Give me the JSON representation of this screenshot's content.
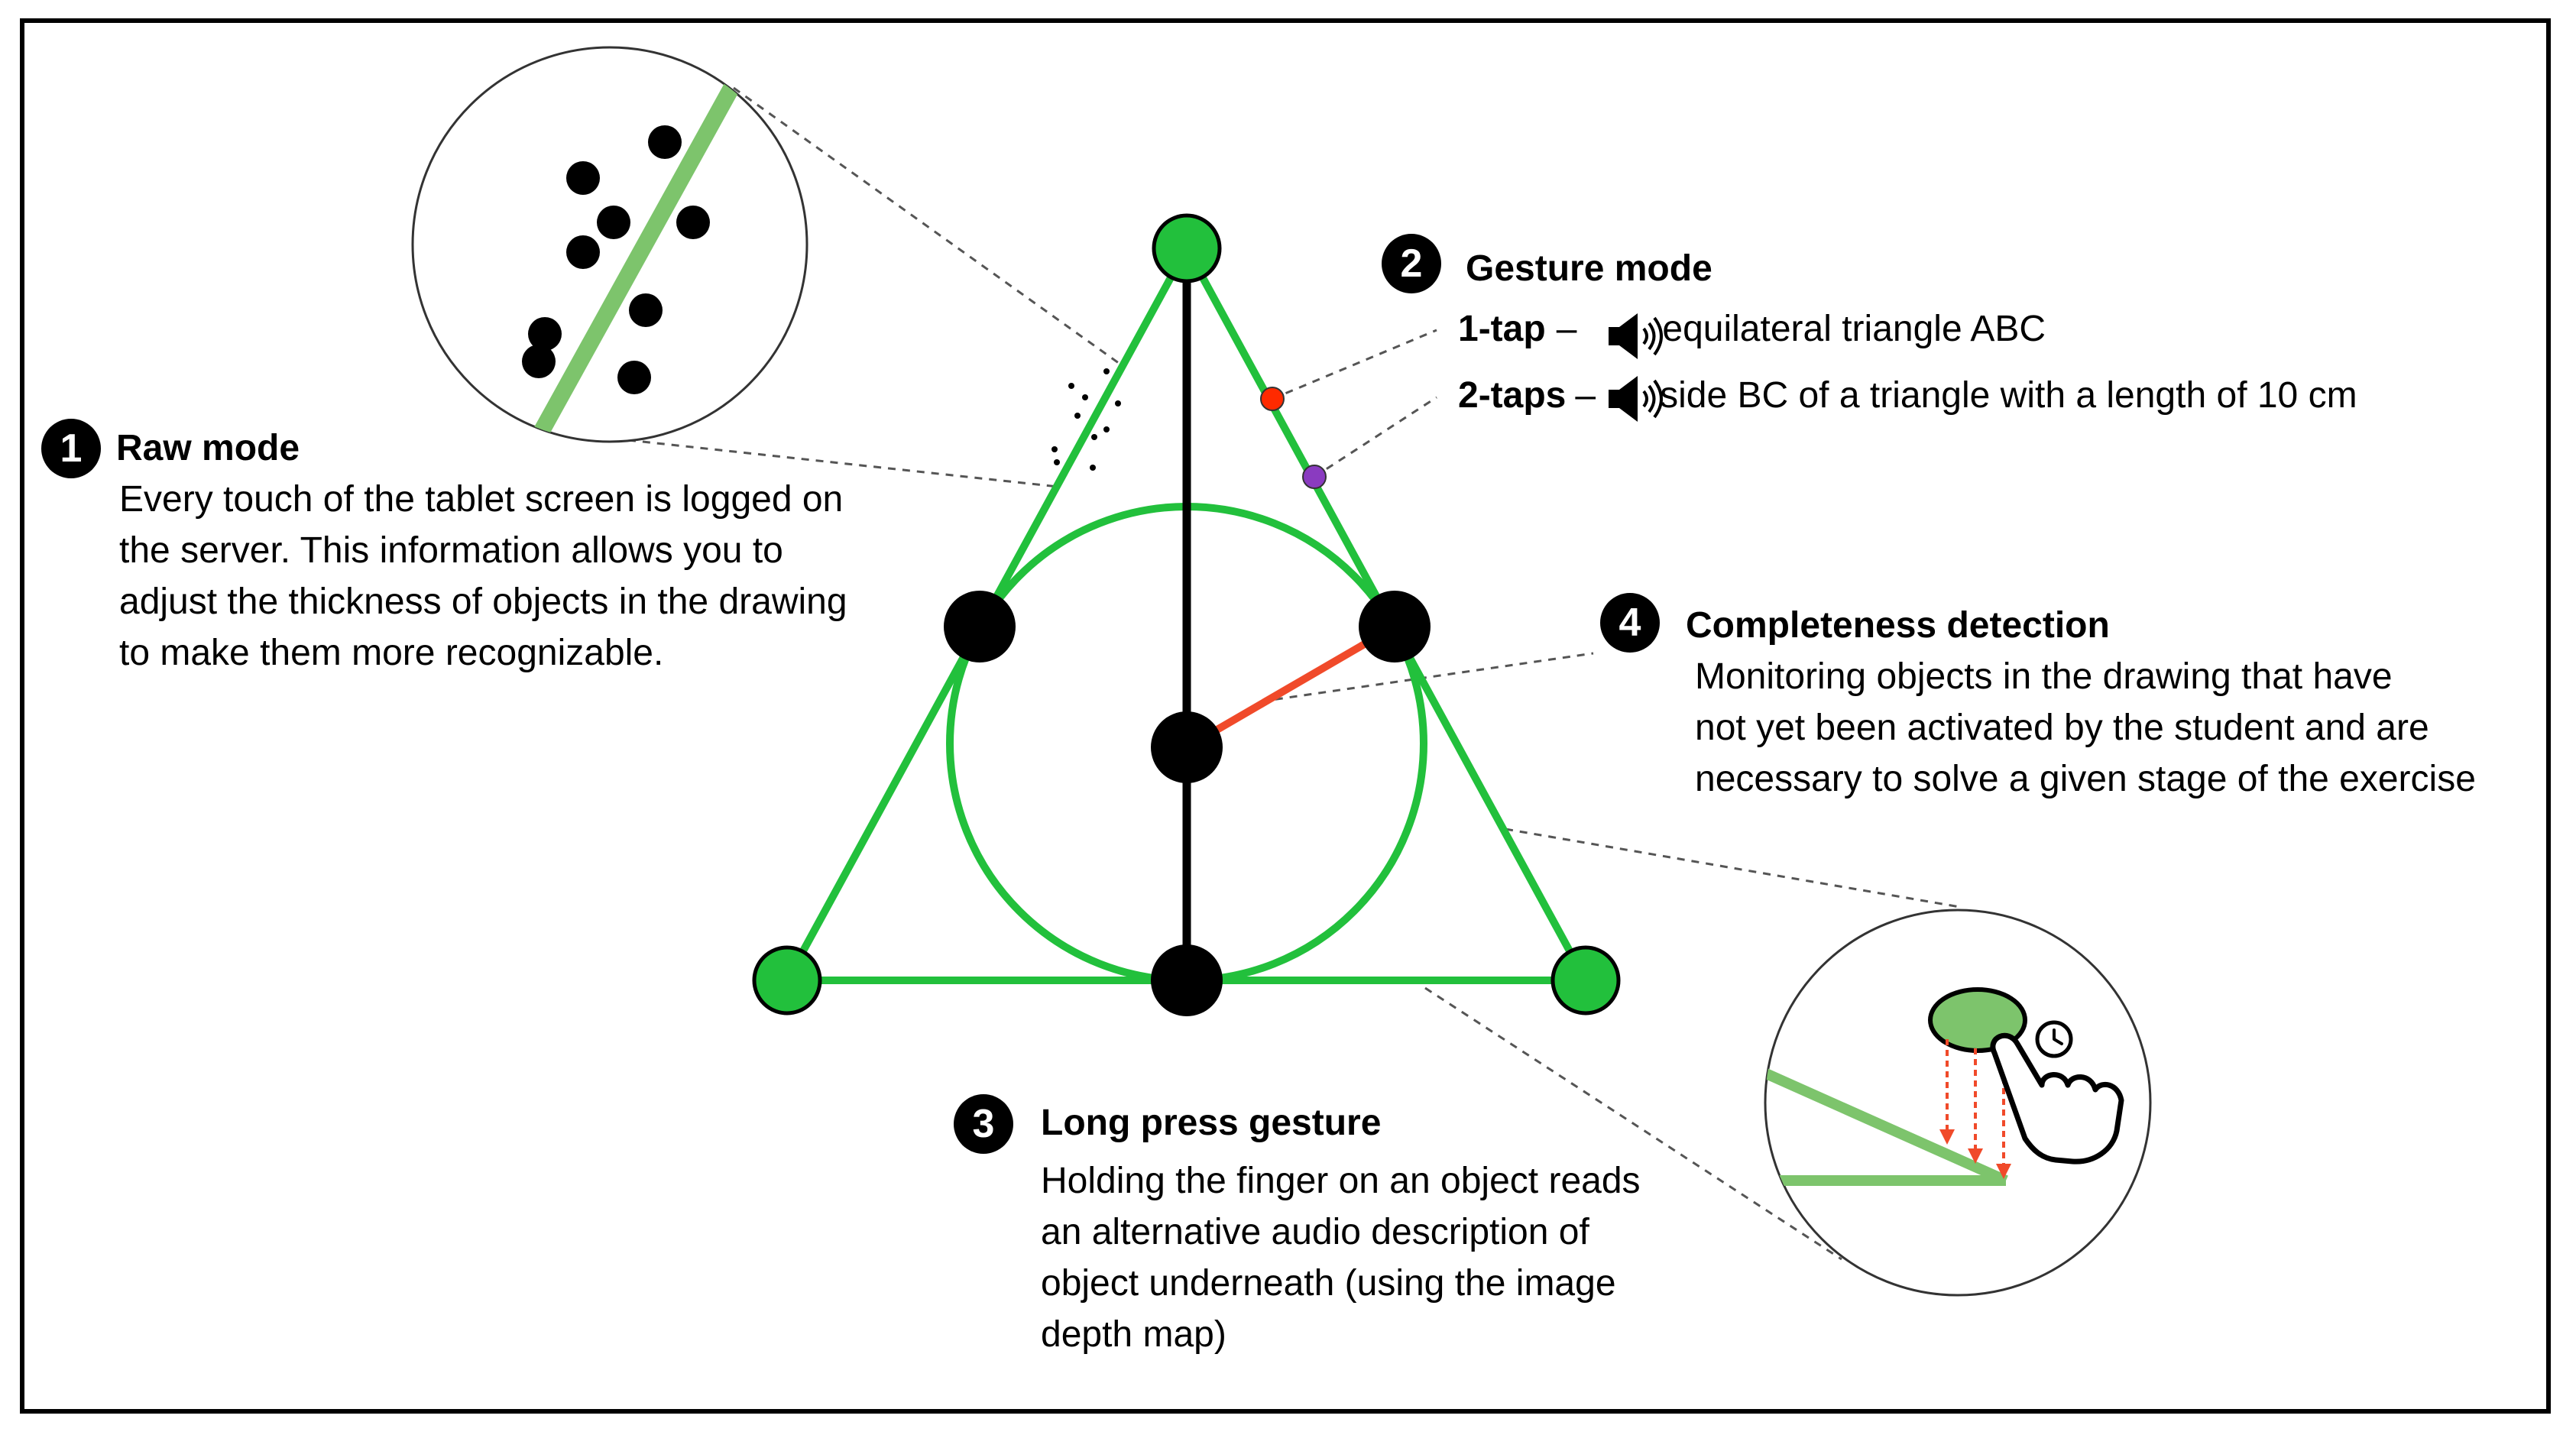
{
  "raw_mode": {
    "number": "1",
    "title": "Raw mode",
    "lines": [
      "Every touch of the tablet screen is logged on",
      "the server. This information allows you to",
      "adjust the thickness of objects in the drawing",
      "to make them more recognizable."
    ]
  },
  "gesture_mode": {
    "number": "2",
    "title": "Gesture mode",
    "rows": [
      {
        "gesture": "1-tap",
        "dash": "–",
        "speaker_icon": "speaker-icon",
        "text": "equilateral triangle ABC"
      },
      {
        "gesture": "2-taps",
        "dash": "–",
        "speaker_icon": "speaker-icon",
        "text": "side BC of a triangle with a length of 10 cm"
      }
    ]
  },
  "long_press": {
    "number": "3",
    "title": "Long press gesture",
    "lines": [
      "Holding the finger on an object reads",
      "an alternative audio description of",
      "object underneath (using the image",
      "depth map)"
    ]
  },
  "completeness": {
    "number": "4",
    "title": "Completeness detection",
    "lines": [
      "Monitoring objects in the drawing that have",
      "not yet been activated by the student and are",
      "necessary to solve a given stage of the exercise"
    ]
  },
  "colors": {
    "green": "#22c03c",
    "light_green": "#7dc46c",
    "black": "#000000",
    "red": "#ff2a00",
    "orange_red": "#f04a2a",
    "purple": "#8a3bc0",
    "dashed": "#555555"
  }
}
